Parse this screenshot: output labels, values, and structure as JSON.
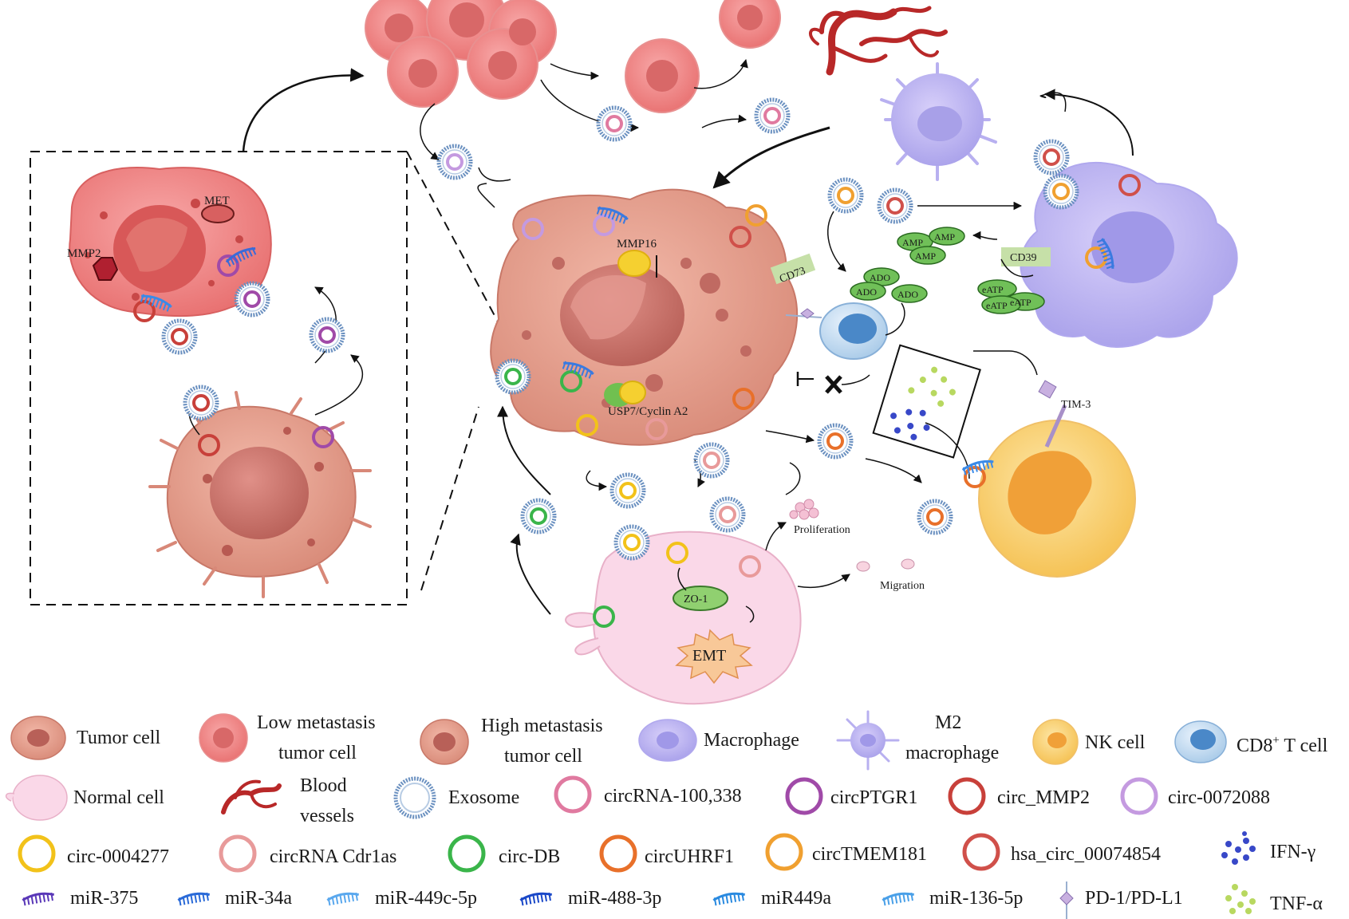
{
  "diagram": {
    "inset_labels": {
      "met": "MET",
      "mmp2": "MMP2"
    },
    "center_labels": {
      "mmp16": "MMP16",
      "usp7": "USP7/Cyclin A2",
      "cd73": "CD73",
      "cd39": "CD39",
      "tim3": "TIM-3",
      "zo1": "ZO-1",
      "emt": "EMT",
      "proliferation": "Proliferation",
      "migration": "Migration",
      "amp": "AMP",
      "ado": "ADO",
      "eatp": "eATP"
    }
  },
  "legend": {
    "tumor_cell": "Tumor cell",
    "low_meta_1": "Low metastasis",
    "low_meta_2": "tumor cell",
    "high_meta_1": "High metastasis",
    "high_meta_2": "tumor cell",
    "macrophage": "Macrophage",
    "m2_1": "M2",
    "m2_2": "macrophage",
    "nk": "NK cell",
    "cd8": "CD8",
    "cd8_sup": "+",
    "cd8_tail": " T cell",
    "normal": "Normal cell",
    "blood_1": "Blood",
    "blood_2": "vessels",
    "exosome": "Exosome",
    "circ100338": "circRNA-100,338",
    "circptgr1": "circPTGR1",
    "circmmp2": "circ_MMP2",
    "circ0072088": "circ-0072088",
    "circ0004277": "circ-0004277",
    "cdr1as": "circRNA Cdr1as",
    "circdb": "circ-DB",
    "circuhrf1": "circUHRF1",
    "circtmem181": "circTMEM181",
    "hsa00074854": "hsa_circ_00074854",
    "ifng": "IFN-γ",
    "mir375": "miR-375",
    "mir34a": "miR-34a",
    "mir449c": "miR-449c-5p",
    "mir488": "miR-488-3p",
    "mir449a": "miR449a",
    "mir136": "miR-136-5p",
    "pd1": "PD-1/PD-L1",
    "tnfa": "TNF-α"
  },
  "colors": {
    "circ100338": "#e07aa0",
    "circptgr1": "#a04aa8",
    "circmmp2": "#c8403a",
    "circ0072088": "#c49ae0",
    "circ0004277": "#f2c21a",
    "cdr1as": "#e89a9a",
    "circdb": "#3ab54a",
    "circuhrf1": "#e8702a",
    "circtmem181": "#f0a030",
    "hsa00074854": "#d0504a",
    "exosome": "#6a90c0",
    "tumor": "#e8a090",
    "macrophage": "#b8b0f0",
    "nk": "#f8c860",
    "normal": "#fad8e8"
  }
}
